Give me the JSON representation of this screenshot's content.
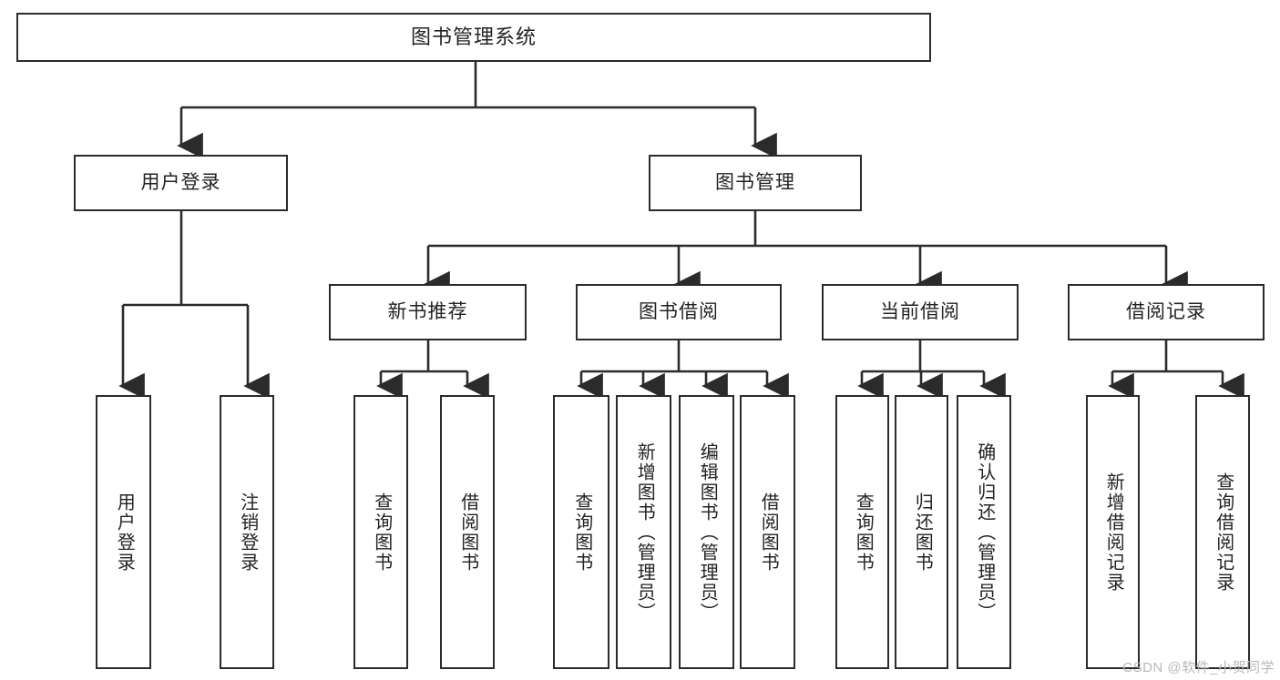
{
  "diagram": {
    "title": "图书管理系统",
    "type": "tree",
    "watermark": "CSDN @软件_小贺同学",
    "colors": {
      "box_border": "#2b2b2b",
      "text": "#232323",
      "background": "#ffffff",
      "watermark": "#b8b8b8"
    },
    "root": {
      "label": "图书管理系统"
    },
    "level2": [
      {
        "label": "用户登录"
      },
      {
        "label": "图书管理"
      }
    ],
    "level3": [
      {
        "label": "新书推荐"
      },
      {
        "label": "图书借阅"
      },
      {
        "label": "当前借阅"
      },
      {
        "label": "借阅记录"
      }
    ],
    "leaves": {
      "user_login": [
        {
          "label": "用户登录"
        },
        {
          "label": "注销登录"
        }
      ],
      "new_book_recommend": [
        {
          "label": "查询图书"
        },
        {
          "label": "借阅图书"
        }
      ],
      "book_borrow": [
        {
          "label": "查询图书"
        },
        {
          "label": "新增图书（管理员）"
        },
        {
          "label": "编辑图书（管理员）"
        },
        {
          "label": "借阅图书"
        }
      ],
      "current_borrow": [
        {
          "label": "查询图书"
        },
        {
          "label": "归还图书"
        },
        {
          "label": "确认归还（管理员）"
        }
      ],
      "borrow_records": [
        {
          "label": "新增借阅记录"
        },
        {
          "label": "查询借阅记录"
        }
      ]
    }
  }
}
